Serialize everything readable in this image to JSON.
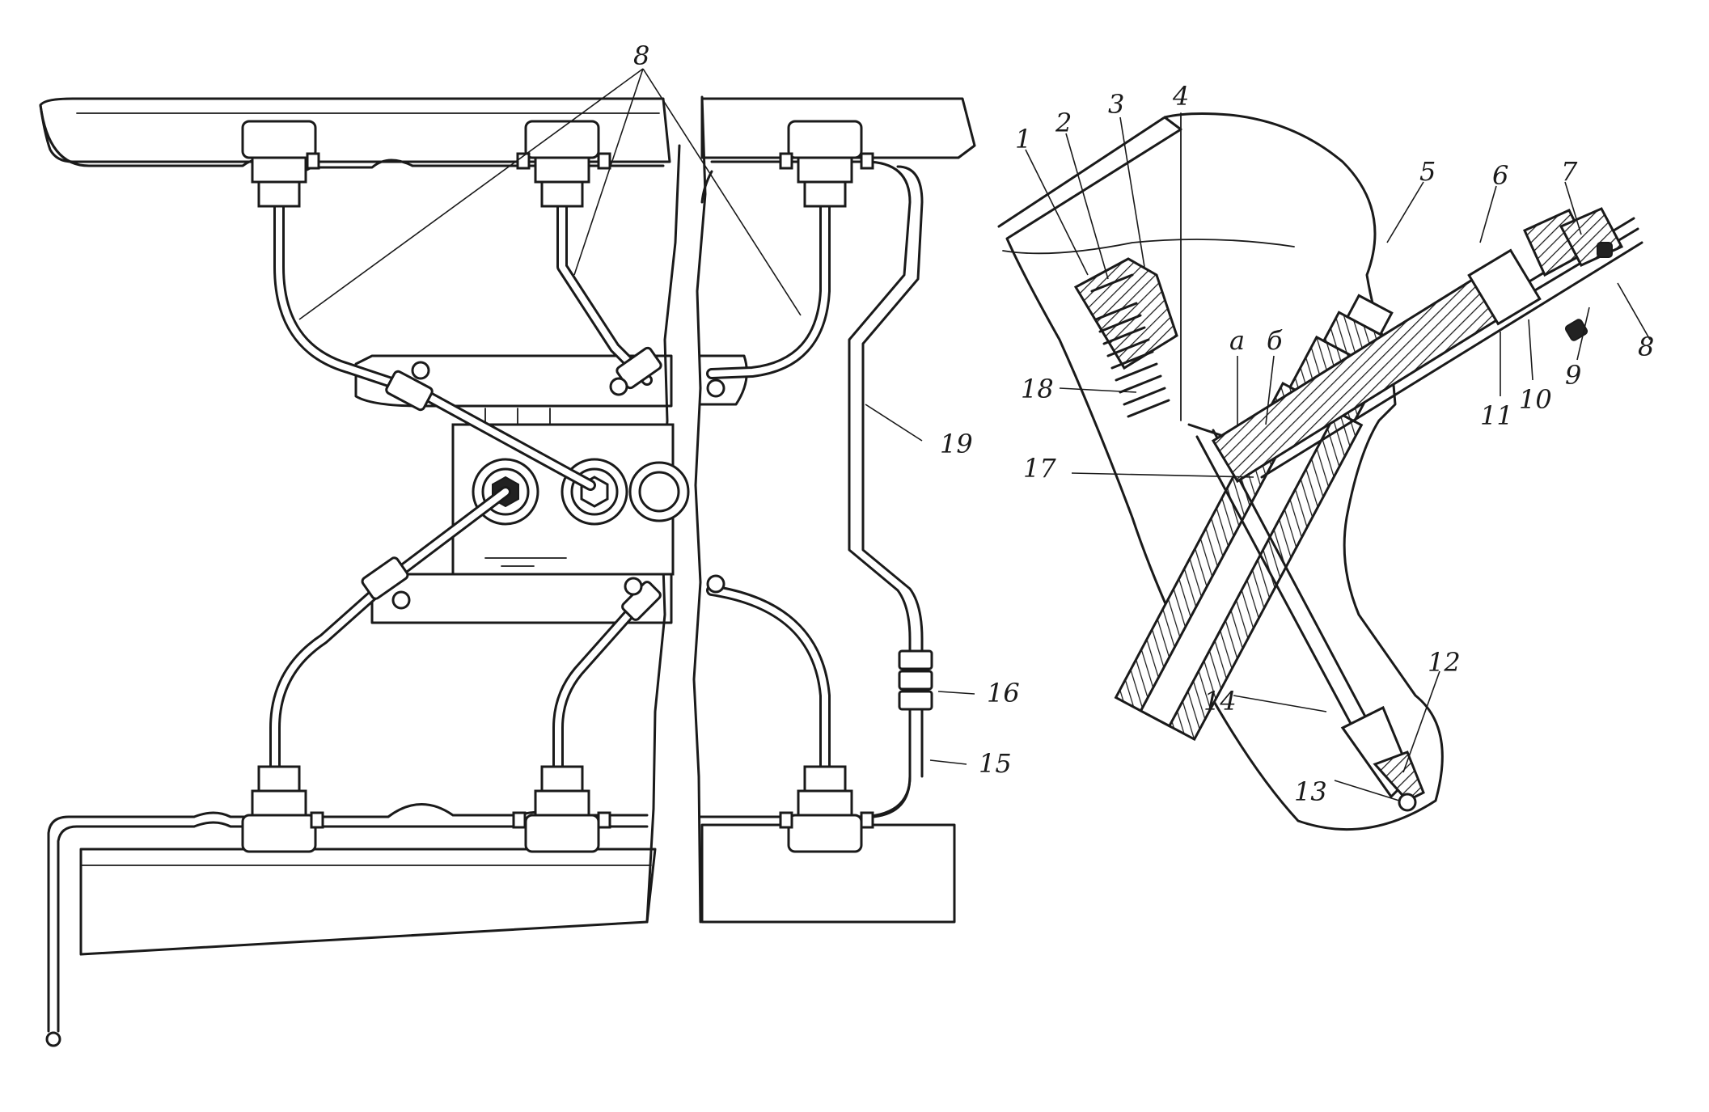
{
  "callouts": {
    "c1": "1",
    "c2": "2",
    "c3": "3",
    "c4": "4",
    "c5": "5",
    "c6": "6",
    "c7": "7",
    "c8_top": "8",
    "c8_right": "8",
    "c9": "9",
    "c10": "10",
    "c11": "11",
    "c12": "12",
    "c13": "13",
    "c14": "14",
    "c15": "15",
    "c16": "16",
    "c17": "17",
    "c18": "18",
    "c19": "19",
    "ca": "а",
    "cb": "б"
  }
}
